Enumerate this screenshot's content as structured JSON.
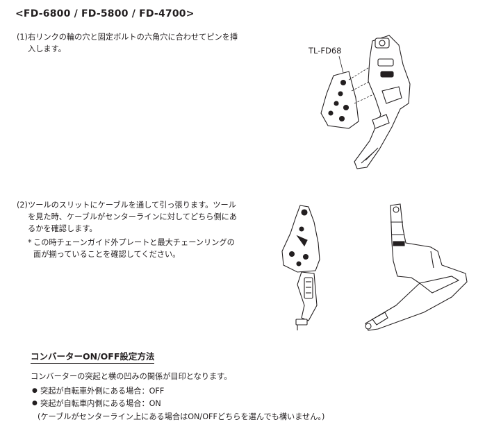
{
  "title": "<FD-6800 / FD-5800 / FD-4700>",
  "step1": {
    "number": "(1)",
    "lines": [
      "右リンクの輪の穴と固定ボルトの六角穴に合わせてピンを挿",
      "入します。"
    ]
  },
  "tool_label": "TL-FD68",
  "step2": {
    "number": "(2)",
    "lines": [
      "ツールのスリットにケーブルを通して引っ張ります。ツール",
      "を見た時、ケーブルがセンターラインに対してどちら側にあ",
      "るかを確認します。"
    ],
    "note_mark": "*",
    "note_lines": [
      "この時チェーンガイド外プレートと最大チェーンリングの",
      "面が揃っていることを確認してください。"
    ]
  },
  "section": {
    "title": "コンバーターON/OFF設定方法",
    "intro": "コンバーターの突起と横の凹みの関係が目印となります。",
    "bullets": [
      {
        "dot": "●",
        "text": "突起が自転車外側にある場合：OFF"
      },
      {
        "dot": "●",
        "text": "突起が自転車内側にある場合：ON"
      }
    ],
    "footnote": "(ケーブルがセンターライン上にある場合はON/OFFどちらを選んでも構いません。)"
  },
  "colors": {
    "text": "#231f20",
    "line_art": "#231f20",
    "fill_light": "#ffffff"
  }
}
